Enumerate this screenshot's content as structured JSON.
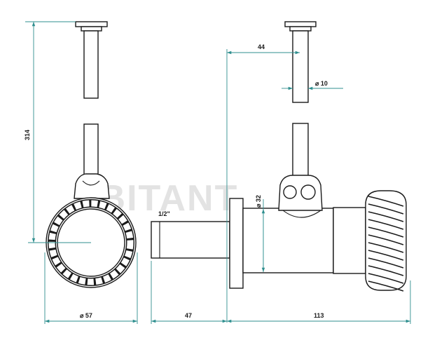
{
  "watermark": "ABITANT",
  "dimensions": {
    "overall_height": "314",
    "diameter_rosette": "⌀ 57",
    "thread_length": "47",
    "body_length": "113",
    "offset": "44",
    "pipe_diameter": "⌀ 10",
    "outlet_diameter": "⌀ 32",
    "thread_size": "1/2\""
  },
  "colors": {
    "dimension_line": "#2f8f8f",
    "outline": "#1a1a1a",
    "watermark": "#e3e3e3"
  }
}
